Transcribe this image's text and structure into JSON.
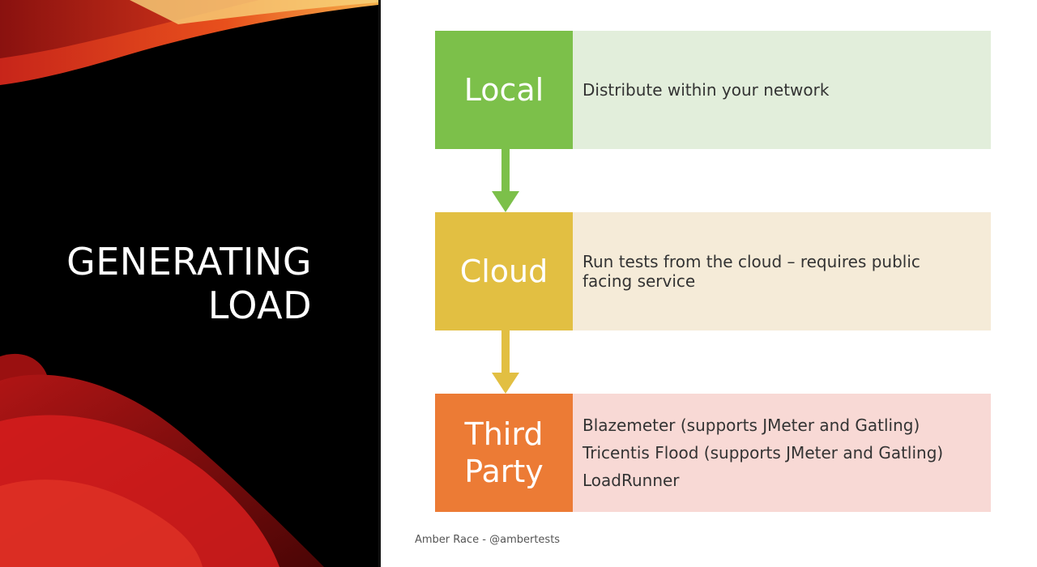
{
  "slide": {
    "title_line1": "GENERATING",
    "title_line2": "LOAD",
    "footer": "Amber Race - @ambertests"
  },
  "rows": [
    {
      "label": "Local",
      "lines": [
        "Distribute within your network"
      ],
      "color": "#7cc04a",
      "desc_bg": "#e2eedb"
    },
    {
      "label": "Cloud",
      "lines": [
        "Run tests from the cloud – requires public",
        "facing service"
      ],
      "color": "#e2bf42",
      "desc_bg": "#f5ebd8"
    },
    {
      "label_line1": "Third",
      "label_line2": "Party",
      "lines": [
        "Blazemeter (supports JMeter and Gatling)",
        "Tricentis Flood (supports JMeter and Gatling)",
        "LoadRunner"
      ],
      "color": "#ec7b35",
      "desc_bg": "#f8d9d5"
    }
  ],
  "arrows": [
    {
      "color": "#7cc04a"
    },
    {
      "color": "#e2bf42"
    }
  ]
}
